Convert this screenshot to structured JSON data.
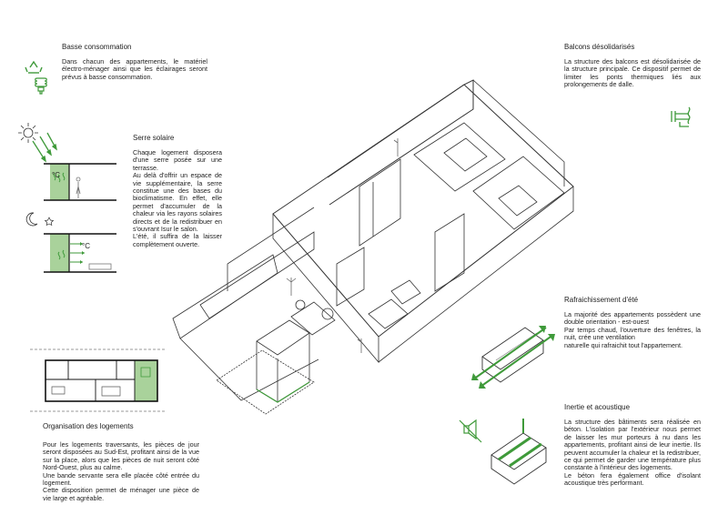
{
  "colors": {
    "accent": "#3f9a3a",
    "accent_fill": "#a9d29b",
    "line": "#333333"
  },
  "sections": {
    "basse": {
      "title": "Basse consommation",
      "body": "Dans chacun des appartements, le matériel électro-ménager ainsi que les éclairages seront prévus à basse consommation."
    },
    "serre": {
      "title": "Serre solaire",
      "body": "Chaque logement disposera d'une serre posée sur une terrasse.\nAu delà d'offrir un espace de vie supplémentaire, la serre constitue une des bases du bioclimatisme. En effet, elle permet d'accumuler de la chaleur via les rayons solaires directs et de la redistribuer en s'ouvrant Isur le salon.\nL'été, il suffira de la laisser complètement ouverte."
    },
    "organisation": {
      "title": "Organisation des logements",
      "body": "Pour les logements traversants, les pièces de jour seront disposées au Sud-Est, profitant ainsi de la vue sur la place, alors que les pièces de nuit seront côté Nord-Ouest, plus au calme.\nUne bande servante sera elle placée côté entrée du logement.\nCette disposition permet de ménager une pièce de vie large et agréable."
    },
    "balcons": {
      "title": "Balcons désolidarisés",
      "body": "La structure des balcons est désolidarisée de la structure principale. Ce dispositif permet de limiter les ponts thermiques liés aux prolongements de dalle."
    },
    "rafraichissement": {
      "title": "Rafraichissement d'été",
      "body": "La majorité des appartements possèdent une double orientation - est-ouest\nPar temps chaud, l'ouverture des fenêtres, la nuit, crée une ventilation\nnaturelle qui rafraichit tout l'appartement."
    },
    "inertie": {
      "title": "Inertie et acoustique",
      "body": "La structure des bâtiments sera réalisée en béton. L'isolation par l'extérieur nous permet de laisser les mur porteurs à nu dans les appartements, profitant ainsi de leur inertie. Ils peuvent accumuler la chaleur et la redistribuer, ce qui permet de garder une température plus constante à l'intérieur des logements.\nLe béton fera également office d'isolant acoustique très performant."
    }
  },
  "labels": {
    "temp_day": "°C",
    "temp_night": "°C"
  },
  "icons": {
    "recycle": "recycle-icon",
    "bulb": "low-energy-bulb-icon",
    "sun": "sun-icon",
    "moon": "moon-icon",
    "star": "star-icon",
    "speaker": "muted-speaker-icon"
  }
}
